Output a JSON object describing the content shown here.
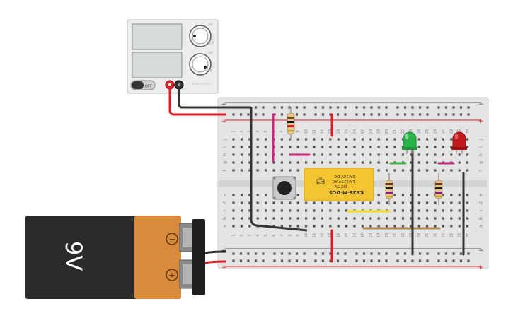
{
  "power_supply": {
    "knob_top_labels": {
      "min": "0",
      "max": "30 V",
      "caption": "⊙V"
    },
    "knob_bottom_labels": {
      "min": "0",
      "max": "5 A",
      "caption": "⊙A"
    },
    "switch_label": "OFF",
    "brand": "POWER SUPPLY"
  },
  "battery": {
    "voltage_label": "9V",
    "minus_symbol": "−",
    "plus_symbol": "+"
  },
  "breadboard": {
    "column_numbers": [
      "1",
      "2",
      "3",
      "4",
      "5",
      "6",
      "7",
      "8",
      "9",
      "10",
      "11",
      "12",
      "13",
      "14",
      "15",
      "16",
      "17",
      "18",
      "19",
      "20",
      "21",
      "22",
      "23",
      "24",
      "25",
      "26",
      "27",
      "28",
      "29",
      "30"
    ],
    "row_letters_top": [
      "j",
      "i",
      "h",
      "g",
      "f"
    ],
    "row_letters_bottom": [
      "e",
      "d",
      "c",
      "b",
      "a"
    ],
    "rail_minus": "−",
    "rail_plus": "+"
  },
  "relay": {
    "model": "KS2E-M-DC5",
    "coil": "DC 5V",
    "rating1": "1A/125V AC",
    "rating2": "2A/30V DC"
  },
  "colors": {
    "red_wire": "#d61f26",
    "black_wire": "#333333",
    "relay_body": "#f5c531",
    "led_green": "#2bb34a",
    "led_red": "#c21b1b",
    "battery_orange": "#d98a3a",
    "battery_black": "#2b2b2b",
    "breadboard": "#e4e4e4"
  }
}
